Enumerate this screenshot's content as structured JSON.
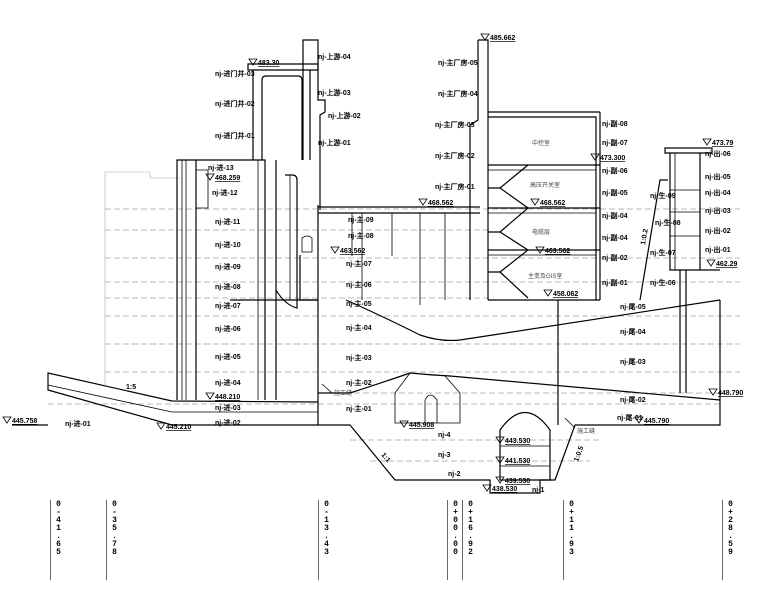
{
  "elevations": [
    "483.30",
    "485.662",
    "473.79",
    "473.300",
    "468.259",
    "468.562",
    "468.562",
    "463.562",
    "463.562",
    "458.062",
    "462.29",
    "448.790",
    "448.210",
    "445.758",
    "445.210",
    "445.790",
    "445.908",
    "443.530",
    "441.530",
    "439.530",
    "438.530"
  ],
  "intake_labels": [
    "nj-进-13",
    "nj-进-12",
    "nj-进-11",
    "nj-进-10",
    "nj-进-09",
    "nj-进-08",
    "nj-进-07",
    "nj-进-06",
    "nj-进-05",
    "nj-进-04",
    "nj-进-03",
    "nj-进-02",
    "nj-进-01"
  ],
  "gate_labels": [
    "nj-进门井-03",
    "nj-进门井-02",
    "nj-进门井-01"
  ],
  "shaft_labels": [
    "nj-上游-04",
    "nj-上游-03",
    "nj-上游-02",
    "nj-上游-01"
  ],
  "main_labels": [
    "nj-主-09",
    "nj-主-08",
    "nj-主-07",
    "nj-主-06",
    "nj-主-05",
    "nj-主-04",
    "nj-主-03",
    "nj-主-02",
    "nj-主-01"
  ],
  "house_labels": [
    "nj-主厂房-05",
    "nj-主厂房-04",
    "nj-主厂房-03",
    "nj-主厂房-02",
    "nj-主厂房-01"
  ],
  "aux_labels": [
    "nj-副-08",
    "nj-副-07",
    "nj-副-06",
    "nj-副-05",
    "nj-副-04",
    "nj-副-04",
    "nj-副-02",
    "nj-副-01"
  ],
  "gen_labels": [
    "nj-生-09",
    "nj-生-08",
    "nj-生-07",
    "nj-生-06"
  ],
  "outlet_labels": [
    "nj-出-06",
    "nj-出-05",
    "nj-出-04",
    "nj-出-03",
    "nj-出-02",
    "nj-出-01"
  ],
  "tail_labels": [
    "nj-尾-05",
    "nj-尾-04",
    "nj-尾-03",
    "nj-尾-02",
    "nj-尾-01"
  ],
  "base_labels": [
    "nj-4",
    "nj-3",
    "nj-2",
    "nj-1"
  ],
  "rooms": [
    "中控室",
    "高压开关室",
    "电缆层",
    "主变及GIS室"
  ],
  "notes": [
    "施工缝",
    "施工缝",
    "1:5",
    "1:1",
    "1:0.5",
    "1:0.2"
  ],
  "stations": [
    "0-41.65",
    "0-35.78",
    "0-13.43",
    "0+00.00",
    "0+16.92",
    "0+11.93",
    "0+28.59"
  ]
}
